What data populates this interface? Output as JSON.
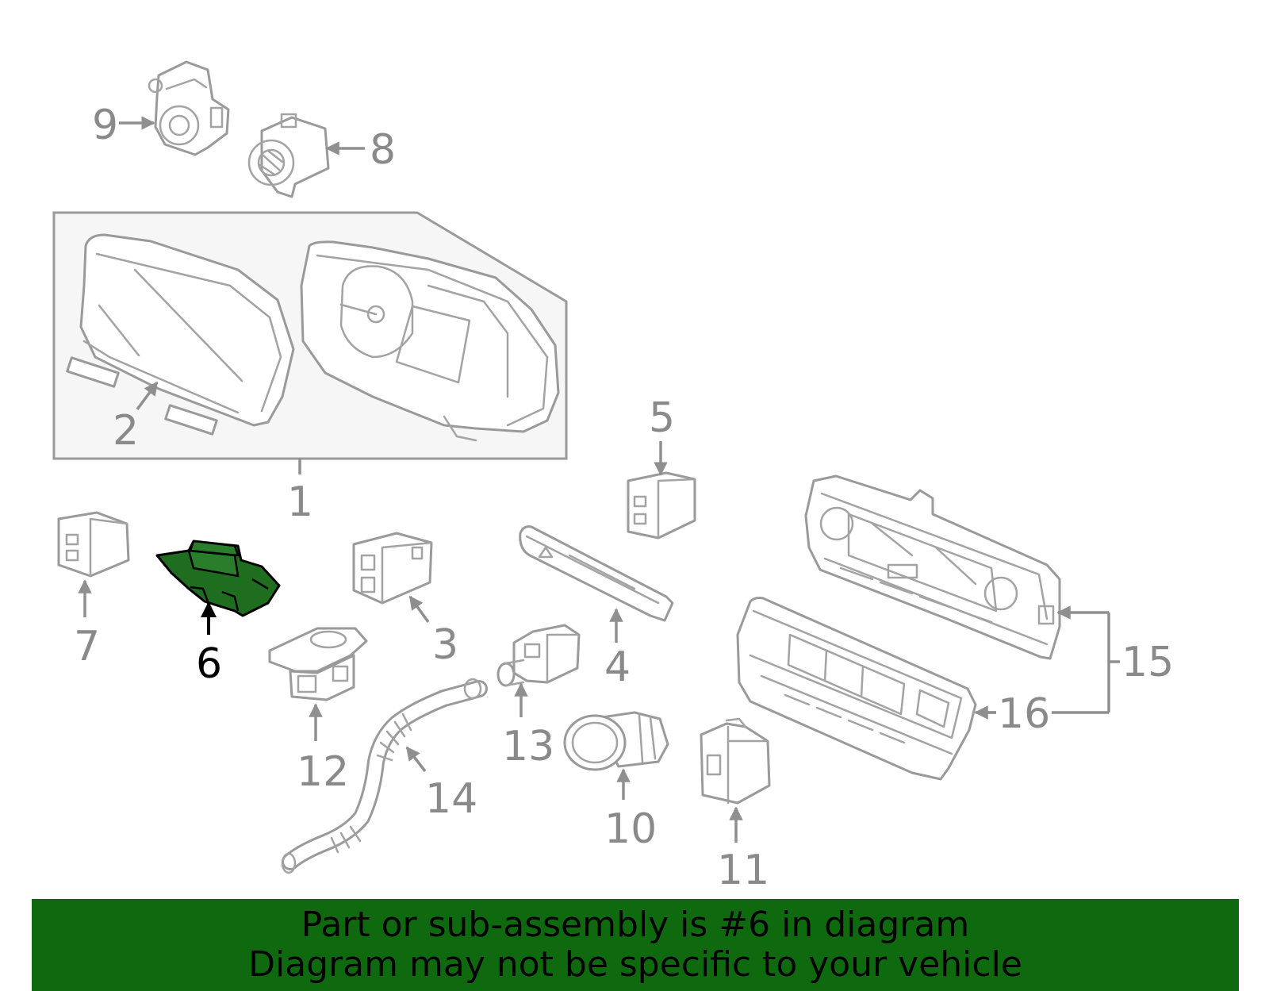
{
  "colors": {
    "banner_bg": "#0f6a0f",
    "highlight_part": "#1f6e1f",
    "line_gray": "#9a9a9a",
    "label_gray": "#8a8a8a"
  },
  "callouts": {
    "c1": "1",
    "c2": "2",
    "c3": "3",
    "c4": "4",
    "c5": "5",
    "c6": "6",
    "c7": "7",
    "c8": "8",
    "c9": "9",
    "c10": "10",
    "c11": "11",
    "c12": "12",
    "c13": "13",
    "c14": "14",
    "c15": "15",
    "c16": "16"
  },
  "banner": {
    "line1": "Part or sub-assembly is #6 in diagram",
    "line2": "Diagram may not be specific to your vehicle"
  }
}
